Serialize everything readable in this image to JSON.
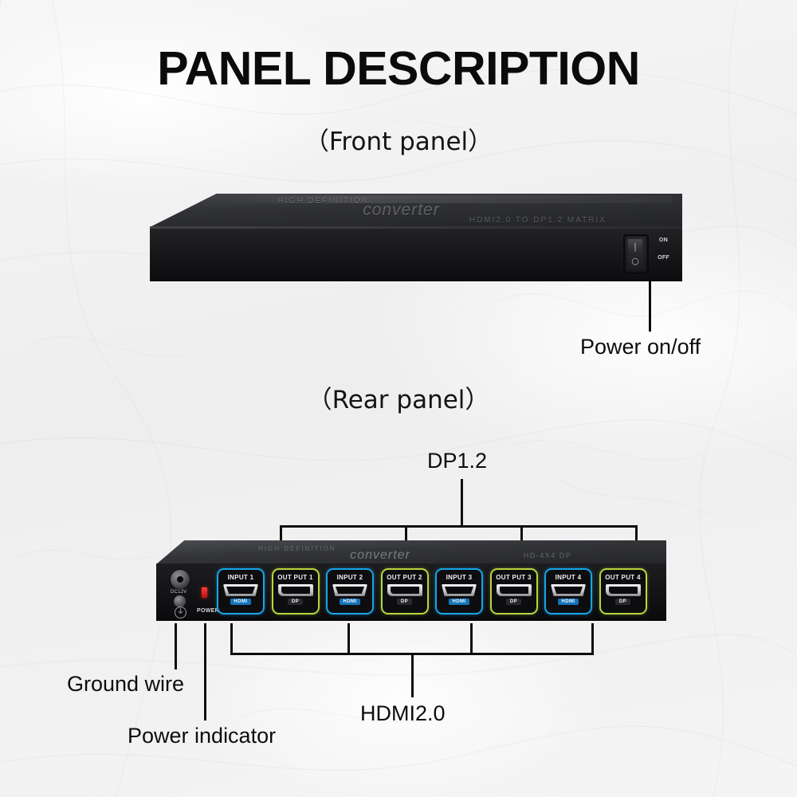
{
  "page": {
    "title": "PANEL DESCRIPTION",
    "background_color": "#f3f3f3",
    "text_color": "#0d0d0d"
  },
  "sections": {
    "front": {
      "subtitle": "（Front panel）",
      "device": {
        "brand_text": "converter",
        "brand_sub_text": "HIGH DEFINITION",
        "model_text": "HDMI2.0 TO DP1.2 MATRIX",
        "power_switch": {
          "on_label": "ON",
          "off_label": "OFF",
          "on_glyph": "❘",
          "off_glyph": "○"
        }
      },
      "callouts": [
        {
          "id": "power-on-off",
          "label": "Power on/off"
        }
      ]
    },
    "rear": {
      "subtitle": "（Rear panel）",
      "device": {
        "brand_text": "converter",
        "brand_sub_text": "HIGH DEFINITION",
        "model_text": "HD-4X4 DP",
        "dc_jack_label": "DC12V",
        "ground_symbol": "⏚",
        "power_led_label": "POWER",
        "power_led_color": "#ff3a38"
      },
      "ports": [
        {
          "index": 0,
          "kind": "input",
          "title": "INPUT 1",
          "sub": "HDMI",
          "border_color": "#15a6e8"
        },
        {
          "index": 1,
          "kind": "output",
          "title": "OUT PUT 1",
          "sub": "DP",
          "border_color": "#b7d63c"
        },
        {
          "index": 2,
          "kind": "input",
          "title": "INPUT 2",
          "sub": "HDMI",
          "border_color": "#15a6e8"
        },
        {
          "index": 3,
          "kind": "output",
          "title": "OUT PUT 2",
          "sub": "DP",
          "border_color": "#b7d63c"
        },
        {
          "index": 4,
          "kind": "input",
          "title": "INPUT 3",
          "sub": "HDMI",
          "border_color": "#15a6e8"
        },
        {
          "index": 5,
          "kind": "output",
          "title": "OUT PUT 3",
          "sub": "DP",
          "border_color": "#b7d63c"
        },
        {
          "index": 6,
          "kind": "input",
          "title": "INPUT 4",
          "sub": "HDMI",
          "border_color": "#15a6e8"
        },
        {
          "index": 7,
          "kind": "output",
          "title": "OUT PUT 4",
          "sub": "DP",
          "border_color": "#b7d63c"
        }
      ],
      "callouts": [
        {
          "id": "dp",
          "label": "DP1.2"
        },
        {
          "id": "hdmi",
          "label": "HDMI2.0"
        },
        {
          "id": "ground-wire",
          "label": "Ground wire"
        },
        {
          "id": "power-indicator",
          "label": "Power indicator"
        }
      ]
    }
  }
}
